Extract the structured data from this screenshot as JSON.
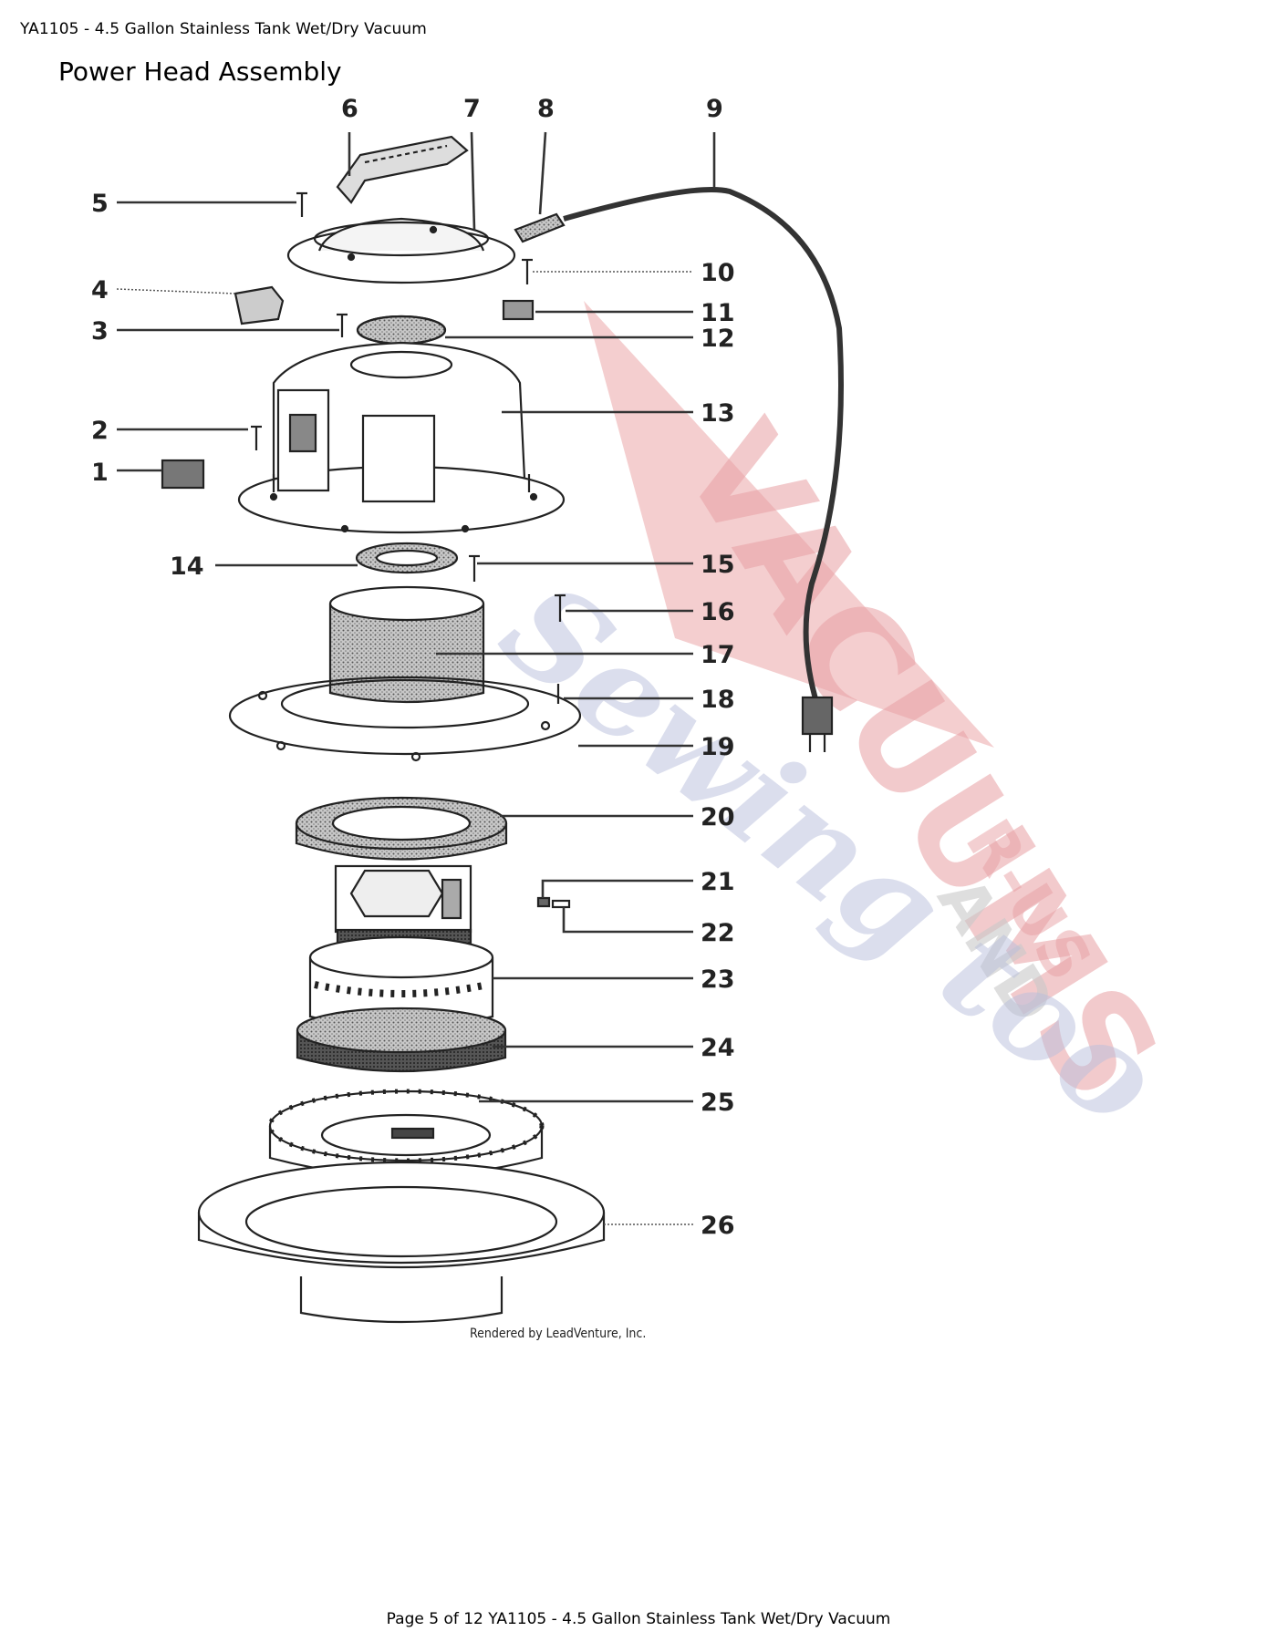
{
  "page": {
    "header": "YA1105 - 4.5 Gallon Stainless Tank Wet/Dry Vacuum",
    "section_title": "Power Head Assembly",
    "footer": "Page 5 of 12 YA1105 - 4.5 Gallon Stainless Tank Wet/Dry Vacuum"
  },
  "diagram": {
    "credit": "Rendered by LeadVenture, Inc.",
    "callouts": [
      "1",
      "2",
      "3",
      "4",
      "5",
      "6",
      "7",
      "8",
      "9",
      "10",
      "11",
      "12",
      "13",
      "14",
      "15",
      "16",
      "17",
      "18",
      "19",
      "20",
      "21",
      "22",
      "23",
      "24",
      "25",
      "26"
    ],
    "watermark": {
      "line1": "VACUUMS",
      "line2": "R-US",
      "line3": "AND",
      "line4": "Sewing too",
      "colors": {
        "red": "#e8a0a4",
        "blue": "#b9bfdc",
        "gray": "#c9c9c9"
      }
    }
  }
}
